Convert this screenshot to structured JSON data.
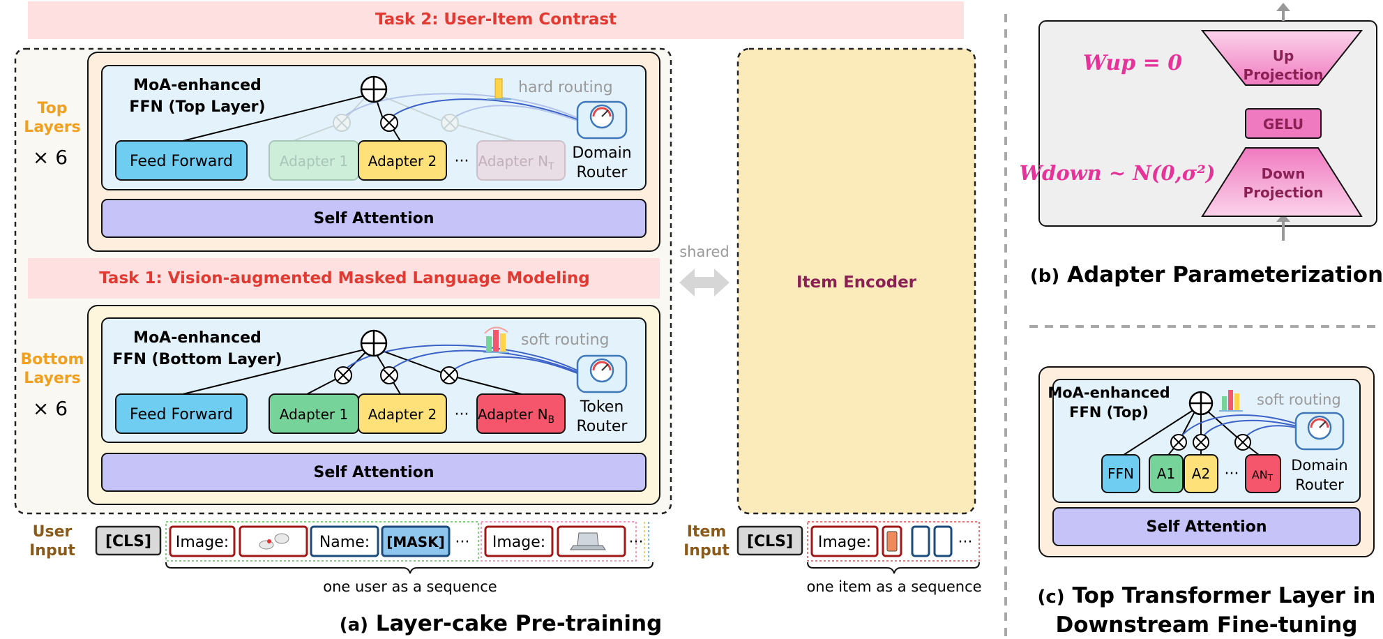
{
  "task2": "Task 2: User-Item Contrast",
  "task1": "Task 1: Vision-augmented Masked Language Modeling",
  "top_layers": [
    "Top",
    "Layers",
    "× 6"
  ],
  "bottom_layers": [
    "Bottom",
    "Layers",
    "× 6"
  ],
  "top_block": {
    "ffn_title": [
      "MoA-enhanced",
      "FFN (Top Layer)"
    ],
    "routing": "hard routing",
    "feed_forward": "Feed Forward",
    "adapter1": "Adapter 1",
    "adapter2": "Adapter 2",
    "adapter_n": "Adapter N",
    "adapter_n_sub": "T",
    "router": [
      "Domain",
      "Router"
    ],
    "self_attention": "Self Attention"
  },
  "bottom_block": {
    "ffn_title": [
      "MoA-enhanced",
      "FFN (Bottom Layer)"
    ],
    "routing": "soft routing",
    "feed_forward": "Feed Forward",
    "adapter1": "Adapter 1",
    "adapter2": "Adapter 2",
    "adapter_n": "Adapter N",
    "adapter_n_sub": "B",
    "router": [
      "Token",
      "Router"
    ],
    "self_attention": "Self Attention"
  },
  "shared": "shared",
  "item_encoder": "Item Encoder",
  "user_input": {
    "label": [
      "User",
      "Input"
    ],
    "cls": "[CLS]",
    "image1": "Image:",
    "name": "Name:",
    "mask": "[MASK]",
    "image2": "Image:",
    "brace": "one user as a sequence"
  },
  "item_input": {
    "label": [
      "Item",
      "Input"
    ],
    "cls": "[CLS]",
    "image": "Image:",
    "brace": "one item as a sequence"
  },
  "dots": "···",
  "caption_a": [
    "(a)",
    "Layer-cake Pre-training"
  ],
  "panel_b": {
    "w_up": "Wup = 0",
    "w_down": "Wdown ~ N(0,σ²)",
    "up_proj": [
      "Up",
      "Projection"
    ],
    "gelu": "GELU",
    "down_proj": [
      "Down",
      "Projection"
    ],
    "caption": [
      "(b)",
      "Adapter Parameterization"
    ]
  },
  "panel_c": {
    "ffn_title": [
      "MoA-enhanced",
      "FFN (Top)"
    ],
    "routing": "soft routing",
    "ffn": "FFN",
    "a1": "A1",
    "a2": "A2",
    "an": "AN",
    "an_sub": "T",
    "router": [
      "Domain",
      "Router"
    ],
    "self_attention": "Self Attention",
    "caption": [
      "(c)",
      "Top Transformer Layer in",
      "Downstream Fine-tuning"
    ]
  },
  "colors": {
    "task_bg": "#fde0df",
    "task_text": "#e03a32",
    "top_block": "#fdeedd",
    "bottom_block": "#fdf6dc",
    "ffn_bg": "#e3f2fb",
    "self_attn": "#c5c3f7",
    "feed_forward": "#6fcdf2",
    "adapter_green": "#76d39a",
    "adapter_yellow": "#ffe17a",
    "adapter_red": "#f6566b",
    "item_encoder": "#fbebbb",
    "label_orange": "#f0a020",
    "pink": "#e6339a",
    "router": "#dff1fb"
  }
}
